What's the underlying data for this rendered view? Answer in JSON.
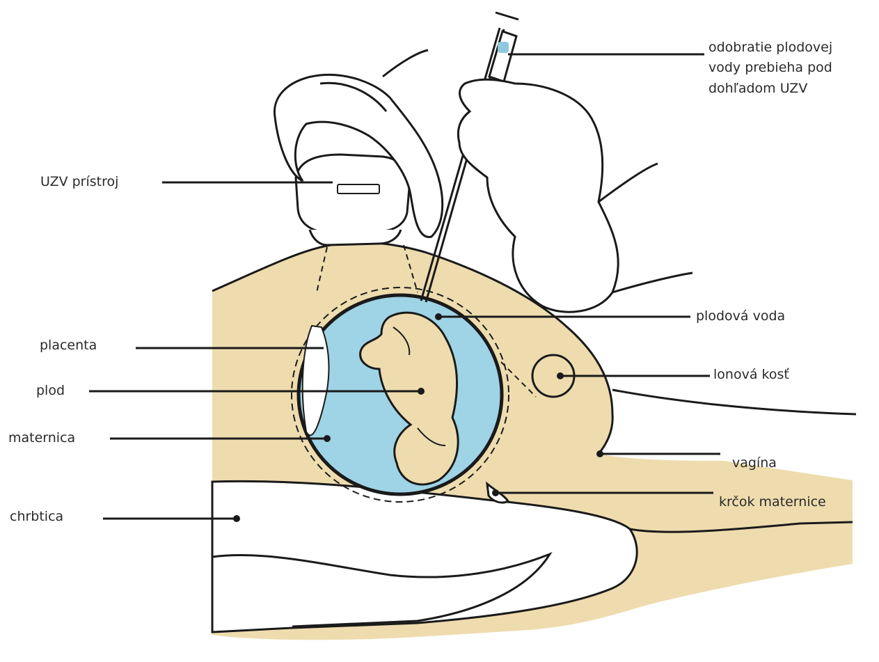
{
  "labels": {
    "amnio_procedure": "odobratie plodovej\nvody prebieha pod\ndohľadom UZV",
    "ultrasound_device": "UZV prístroj",
    "amniotic_fluid": "plodová voda",
    "placenta": "placenta",
    "pubic_bone": "lonová kosť",
    "fetus": "plod",
    "uterus": "maternica",
    "vagina": "vagína",
    "cervix": "krčok maternice",
    "spine": "chrbtica"
  },
  "colors": {
    "body": "#eedcae",
    "amniotic_fluid": "#9fd3e6",
    "syringe_tip": "#8fc7dc",
    "outline": "#1a1a1a",
    "fill_white": "#ffffff"
  }
}
